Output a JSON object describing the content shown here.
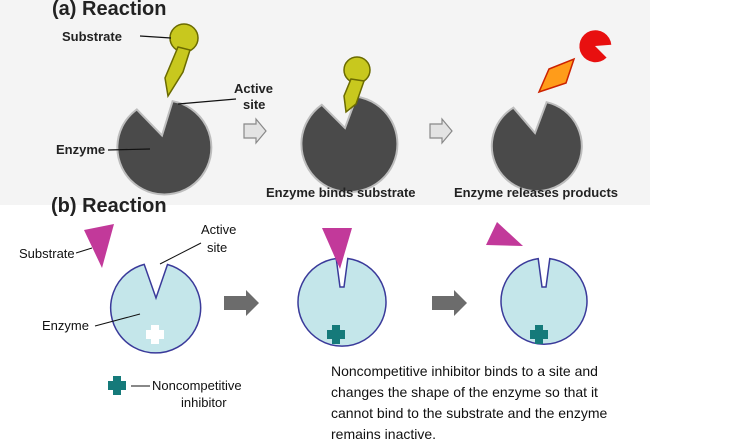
{
  "panel_a": {
    "title": "(a) Reaction",
    "substrate_label": "Substrate",
    "active_site_label_1": "Active",
    "active_site_label_2": "site",
    "enzyme_label": "Enzyme",
    "step2_caption": "Enzyme binds substrate",
    "step3_caption": "Enzyme releases products"
  },
  "panel_b": {
    "title": "(b) Reaction",
    "substrate_label": "Substrate",
    "active_site_label_1": "Active",
    "active_site_label_2": "site",
    "enzyme_label": "Enzyme",
    "inhibitor_label_1": "Noncompetitive",
    "inhibitor_label_2": "inhibitor",
    "caption_lines": [
      "Noncompetitive inhibitor binds to a site and",
      "changes the shape of the enzyme so that it",
      "cannot bind to the substrate and the enzyme",
      "remains inactive."
    ]
  },
  "colors": {
    "enzyme_a": "#4a4a4a",
    "substrate_a": "#c8c81e",
    "product_red": "#e81010",
    "product_orange": "#ff9c1a",
    "enzyme_b_fill": "#c4e6ea",
    "enzyme_b_stroke": "#3a3a9a",
    "substrate_b": "#c2399a",
    "inhibitor": "#157a7a"
  }
}
